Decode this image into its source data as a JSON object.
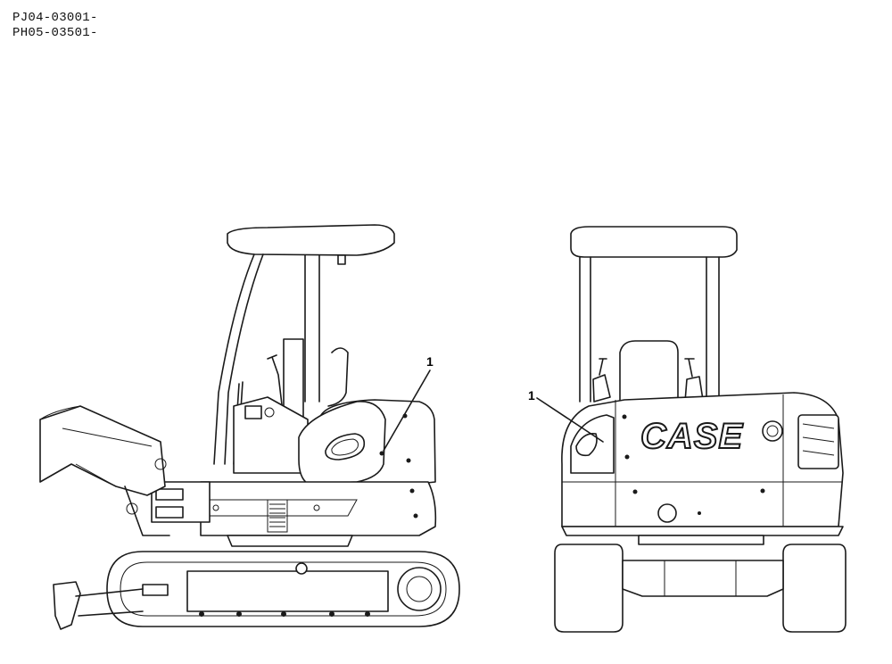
{
  "serial_numbers": [
    "PJ04-03001-",
    "PH05-03501-"
  ],
  "callouts": {
    "side_view": "1",
    "rear_view": "1"
  },
  "brand_logo": "CASE",
  "views": [
    "side-view",
    "rear-view"
  ]
}
